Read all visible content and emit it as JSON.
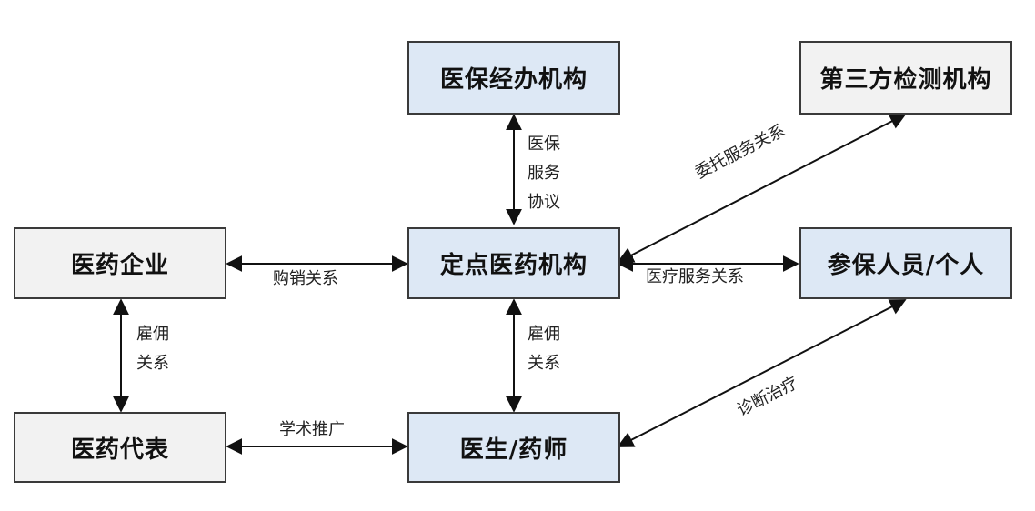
{
  "nodes": {
    "insurance_agency": "医保经办机构",
    "third_party_lab": "第三方检测机构",
    "pharma_company": "医药企业",
    "designated_institution": "定点医药机构",
    "insured_person": "参保人员/个人",
    "pharma_rep": "医药代表",
    "doctor_pharmacist": "医生/药师"
  },
  "edges": {
    "insurance_service_agreement": [
      "医保",
      "服务",
      "协议"
    ],
    "entrusted_service": "委托服务关系",
    "purchase_sales": "购销关系",
    "medical_service": "医疗服务关系",
    "employment_left": [
      "雇佣",
      "关系"
    ],
    "employment_center": [
      "雇佣",
      "关系"
    ],
    "academic_promotion": "学术推广",
    "diagnosis_treatment": "诊断治疗"
  },
  "colors": {
    "blue_fill": "#dde8f5",
    "gray_fill": "#f2f2f2",
    "border": "#3a3a3a"
  }
}
